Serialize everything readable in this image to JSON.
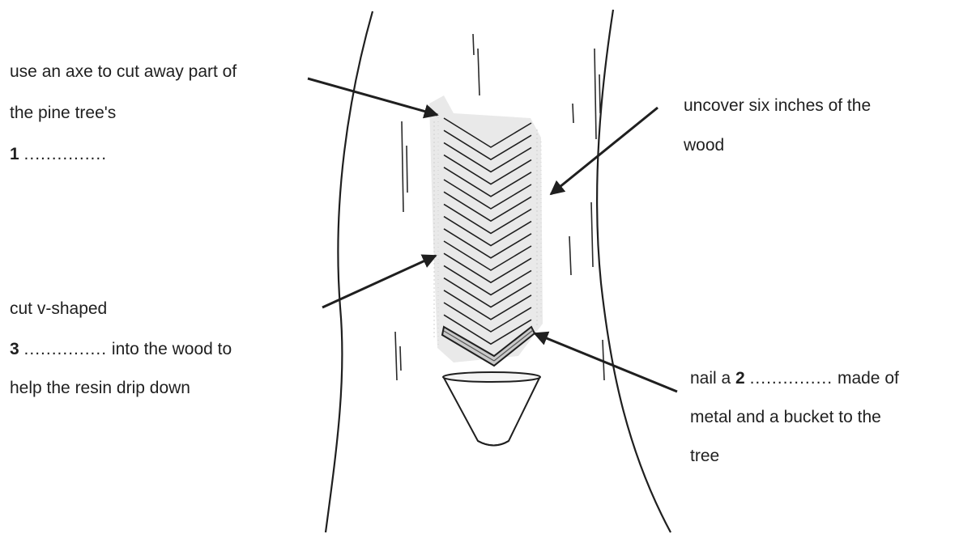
{
  "labels": {
    "axe": {
      "line1": "use an axe to cut away part of",
      "line2": "the pine tree's",
      "num": "1",
      "blank": "..............."
    },
    "uncover": {
      "line1": "uncover six inches of the",
      "line2": "wood"
    },
    "cut": {
      "line1": "cut v-shaped",
      "num": "3",
      "blank": "...............",
      "line2_rest": "into the wood to",
      "line3": "help the resin drip down"
    },
    "nail": {
      "prefix": "nail a",
      "num": "2",
      "blank": "...............",
      "line1_rest": "made of",
      "line2": "metal and a bucket to the",
      "line3": "tree"
    }
  },
  "colors": {
    "ink": "#1f1f1f",
    "shading": "#d8d8d8",
    "background": "#ffffff"
  }
}
